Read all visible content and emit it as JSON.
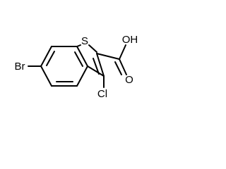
{
  "molecule": {
    "atoms": {
      "sulfur": "S",
      "hydroxyl": "OH",
      "carbonyl_oxygen": "O",
      "chlorine": "Cl",
      "bromine": "Br"
    }
  },
  "colors": {
    "bond": "#000000",
    "text": "#000000",
    "background": "#ffffff"
  }
}
